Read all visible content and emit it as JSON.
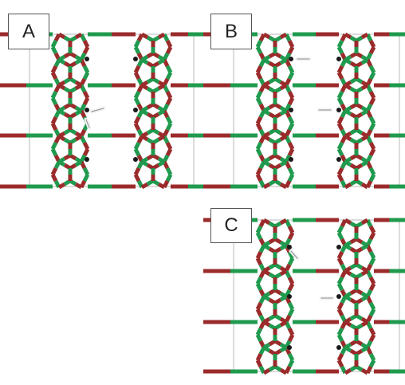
{
  "panels": [
    {
      "label": "A"
    },
    {
      "label": "B"
    },
    {
      "label": "C"
    }
  ],
  "colors": {
    "bond_red": "#9b2b2b",
    "bond_green": "#1f9a4e",
    "cell_line": "#b8b8b8",
    "atom_dark": "#1a1a1a",
    "defect_white": "#f2f2f2"
  }
}
